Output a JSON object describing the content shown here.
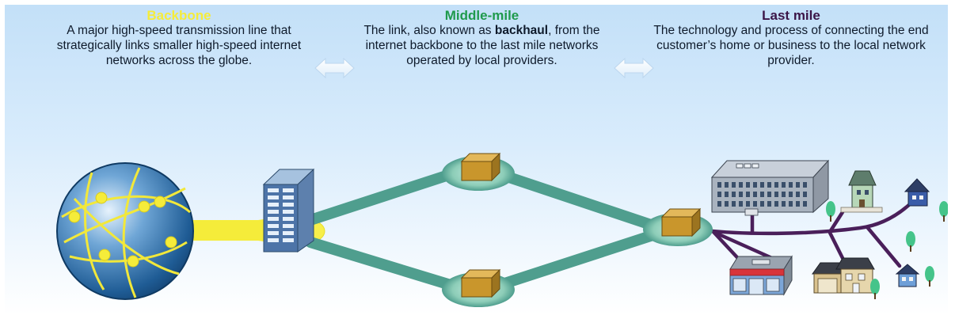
{
  "sections": {
    "backbone": {
      "title": "Backbone",
      "title_color": "#f5ec3a",
      "description": "A major high-speed transmission line that strategically links smaller high-speed internet networks across the globe."
    },
    "middle_mile": {
      "title": "Middle-mile",
      "title_color": "#1f9a4c",
      "description_before": "The link, also known as ",
      "description_bold": "backhaul",
      "description_after": ", from the internet backbone to the last mile networks operated by local providers."
    },
    "last_mile": {
      "title": "Last mile",
      "title_color": "#3b1547",
      "description": "The technology and process of connecting the end customer’s home or business to the local network provider."
    }
  },
  "colors": {
    "background_top": "#c3e0f8",
    "backbone_link": "#f5ec3a",
    "middle_mile_link": "#4f9e8e",
    "last_mile_link": "#4a1f5a",
    "globe": "#1f5c95",
    "box": "#c9962c"
  },
  "icons": [
    "globe-icon",
    "data-center-building-icon",
    "network-node-box-icon",
    "office-building-icon",
    "house-icon",
    "store-icon",
    "tree-icon",
    "double-arrow-icon"
  ]
}
